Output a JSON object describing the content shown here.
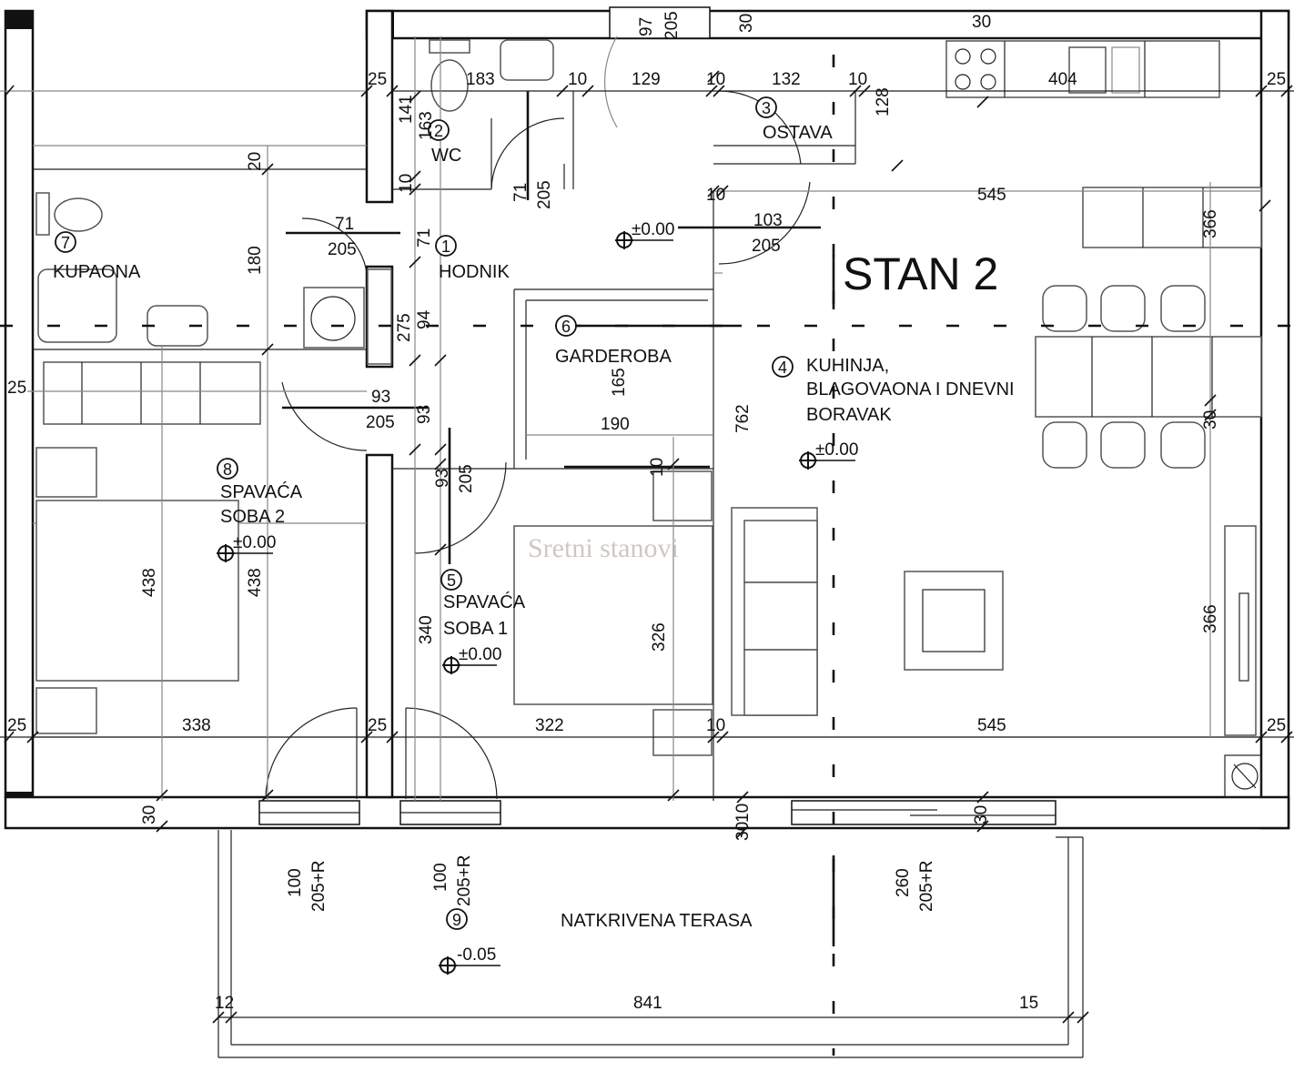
{
  "plan_title": "STAN 2",
  "watermark": "Sretni stanovi",
  "rooms": [
    {
      "num": "1",
      "name": "HODNIK"
    },
    {
      "num": "2",
      "name": "WC"
    },
    {
      "num": "3",
      "name": "OSTAVA"
    },
    {
      "num": "4",
      "name": "KUHINJA, BLAGOVAONA I DNEVNI BORAVAK"
    },
    {
      "num": "5",
      "name": "SPAVAĆA SOBA 1"
    },
    {
      "num": "6",
      "name": "GARDEROBA"
    },
    {
      "num": "7",
      "name": "KUPAONA"
    },
    {
      "num": "8",
      "name": "SPAVAĆA SOBA 2"
    },
    {
      "num": "9",
      "name": "NATKRIVENA TERASA"
    }
  ],
  "room_label_lines": {
    "kuhinja_1": "KUHINJA,",
    "kuhinja_2": "BLAGOVAONA I DNEVNI",
    "kuhinja_3": "BORAVAK",
    "spavaca1_1": "SPAVAĆA",
    "spavaca1_2": "SOBA 1",
    "spavaca2_1": "SPAVAĆA",
    "spavaca2_2": "SOBA 2"
  },
  "levels": {
    "interior": "±0.00",
    "terrace": "-0.05"
  },
  "dimensions": {
    "d25_tl": "25",
    "d183": "183",
    "d10_a": "10",
    "d129": "129",
    "d10_b": "10",
    "d132": "132",
    "d10_c": "10",
    "d404": "404",
    "d25_tr": "25",
    "d30_top1": "30",
    "d30_top2": "30",
    "d97": "97",
    "d205_top": "205",
    "d141": "141",
    "d163": "163",
    "d128": "128",
    "d20": "20",
    "d10_wc": "10",
    "d71_door": "71",
    "d205_wcdoor": "205",
    "d10_ost": "10",
    "d545_top": "545",
    "d366_top": "366",
    "d71_h": "71",
    "d205_h": "205",
    "d71_v": "71",
    "d103": "103",
    "d205_k": "205",
    "d180": "180",
    "d275": "275",
    "d94": "94",
    "d25_l": "25",
    "d93_h": "93",
    "d205_s2": "205",
    "d93_v": "93",
    "d165": "165",
    "d190": "190",
    "d762": "762",
    "d30_r": "30",
    "d93_s1": "93",
    "d205_s1": "205",
    "d10_g": "10",
    "d438_a": "438",
    "d438_b": "438",
    "d340": "340",
    "d326": "326",
    "d366_r": "366",
    "d25_bl": "25",
    "d338": "338",
    "d25_bm": "25",
    "d322": "322",
    "d10_bot": "10",
    "d545_bot": "545",
    "d25_br": "25",
    "d30_b1": "30",
    "d30_b2": "30",
    "d30_b3": "30",
    "d100_a": "100",
    "d205r_a": "205+R",
    "d100_b": "100",
    "d205r_b": "205+R",
    "d260": "260",
    "d205r_c": "205+R",
    "d12": "12",
    "d841": "841",
    "d15": "15"
  }
}
